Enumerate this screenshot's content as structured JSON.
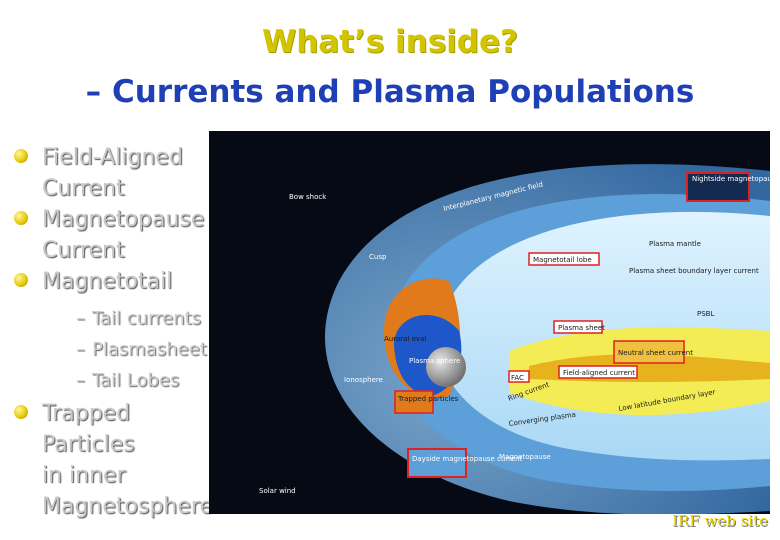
{
  "slide": {
    "title": "What’s inside?",
    "subtitle": "– Currents and Plasma Populations",
    "bullets": [
      {
        "text_lines": [
          "Field-Aligned",
          "Current"
        ]
      },
      {
        "text_lines": [
          "Magnetopause",
          "Current"
        ]
      },
      {
        "text_lines": [
          "Magnetotail"
        ],
        "subitems": [
          "Tail currents",
          "Plasmasheet",
          "Tail Lobes"
        ]
      },
      {
        "text_lines": [
          "Trapped Particles",
          "in inner",
          "Magnetosphere"
        ]
      }
    ],
    "credit": "IRF web site"
  },
  "figure": {
    "labels": {
      "bow_shock": "Bow shock",
      "imf": "Interplanetary magnetic field",
      "nightside": "Nightside magnetopause current",
      "cusp": "Cusp",
      "lobe": "Magnetotail lobe",
      "plasma_mantle": "Plasma mantle",
      "psbl": "Plasma sheet boundary layer current",
      "psbl_short": "PSBL",
      "auroral": "Auroral oval",
      "plasmasphere": "Plasma sphere",
      "plasma_sheet": "Plasma sheet",
      "neutral_sheet": "Neutral sheet current",
      "fac_short": "FAC",
      "fac": "Field-aligned current",
      "ionosphere": "Ionosphere",
      "trapped": "Trapped particles",
      "ring_current": "Ring current",
      "llbl": "Low latitude boundary layer",
      "converging_plasma": "Converging plasma",
      "dayside": "Dayside magnetopause current",
      "magnetopause": "Magnetopause",
      "solar_wind": "Solar wind"
    }
  }
}
